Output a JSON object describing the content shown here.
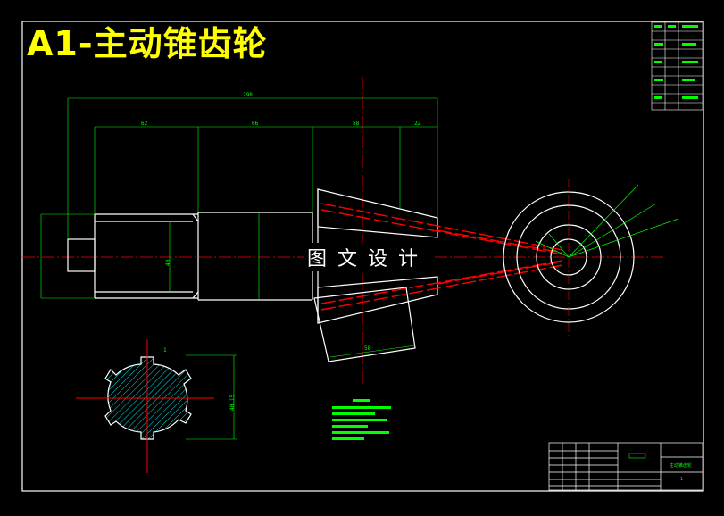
{
  "drawing": {
    "title": "A1-主动锥齿轮",
    "watermark": "图文设计"
  },
  "dimensions": {
    "overall_length": "298",
    "seg1": "62",
    "seg2": "66",
    "seg3": "58",
    "seg4": "22",
    "face_width": "58",
    "bore_dia": "40",
    "keyway_depth": "40.15",
    "spline_width": "1"
  },
  "title_block": {
    "part_name": "主动锥齿轮",
    "sheet": "1"
  },
  "colors": {
    "background": "#000000",
    "outline": "#ffffff",
    "dimension": "#00ff00",
    "centerline": "#ff0000",
    "title": "#ffff00"
  }
}
